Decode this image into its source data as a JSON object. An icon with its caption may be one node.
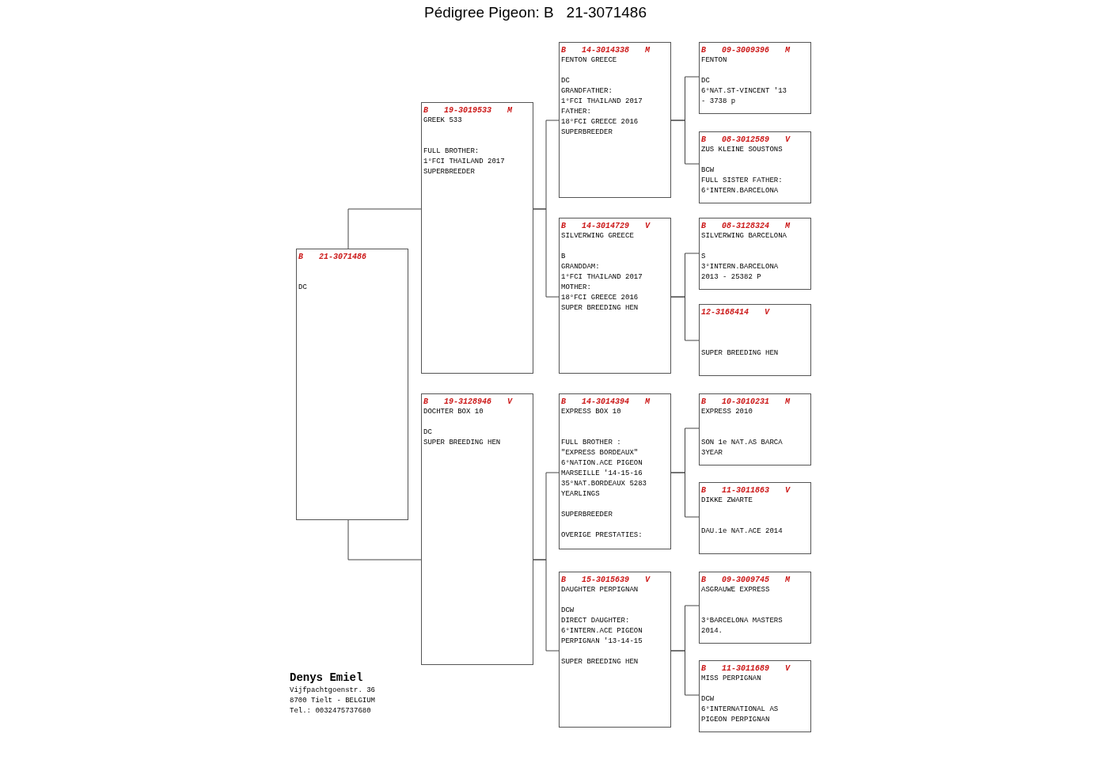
{
  "diagram": {
    "title": "Pédigree Pigeon: B   21-3071486",
    "nodes": [
      {
        "text": [
          "B 21-3071486",
          "DC"
        ]
      },
      {
        "text": [
          "B 19-3019533 M",
          "GREEK 533",
          "FULL BROTHER:",
          "1°FCI THAILAND 2017",
          "SUPERBREEDER"
        ]
      },
      {
        "text": [
          "B 19-3128946 V",
          "DOCHTER BOX 10",
          "DC",
          "SUPER BREEDING HEN"
        ]
      },
      {
        "text": [
          "B 14-3014338 M",
          "FENTON GREECE",
          "DC",
          "GRANDFATHER:",
          "1°FCI THAILAND 2017",
          "FATHER:",
          "18°FCI GREECE 2016",
          "SUPERBREEDER"
        ]
      },
      {
        "text": [
          "B 14-3014729 V",
          "SILVERWING GREECE",
          "B",
          "GRANDDAM:",
          "1°FCI THAILAND 2017",
          "MOTHER:",
          "18°FCI GREECE 2016",
          "SUPER BREEDING HEN"
        ]
      },
      {
        "text": [
          "B 14-3014394 M",
          "EXPRESS BOX 10",
          "FULL BROTHER :",
          "\"EXPRESS BORDEAUX\"",
          "6°NATION.ACE PIGEON",
          "MARSEILLE '14-15-16",
          "35°NAT.BORDEAUX 5283",
          "YEARLINGS",
          "SUPERBREEDER",
          "OVERIGE PRESTATIES:"
        ]
      },
      {
        "text": [
          "B 15-3015639 V",
          "DAUGHTER PERPIGNAN",
          "DCW",
          "DIRECT DAUGHTER:",
          "6°INTERN.ACE PIGEON",
          "PERPIGNAN '13-14-15",
          "SUPER BREEDING HEN"
        ]
      },
      {
        "text": [
          "B 09-3009396 M",
          "FENTON",
          "DC",
          "6°NAT.ST-VINCENT '13",
          "- 3738 p"
        ]
      },
      {
        "text": [
          "B 08-3012589 V",
          "ZUS KLEINE SOUSTONS",
          "BCW",
          "FULL SISTER FATHER:",
          "6°INTERN.BARCELONA"
        ]
      },
      {
        "text": [
          "B 08-3128324 M",
          "SILVERWING BARCELONA",
          "S",
          "3°INTERN.BARCELONA",
          "2013 - 25382 P"
        ]
      },
      {
        "text": [
          "12-3168414 V",
          "SUPER BREEDING HEN"
        ]
      },
      {
        "text": [
          "B 10-3010231 M",
          "EXPRESS 2010",
          "SON 1e NAT.AS BARCA",
          "3YEAR"
        ]
      },
      {
        "text": [
          "B 11-3011863 V",
          "DIKKE ZWARTE",
          "DAU.1e NAT.ACE 2014"
        ]
      },
      {
        "text": [
          "B 09-3009745 M",
          "ASGRAUWE EXPRESS",
          "3°BARCELONA MASTERS",
          "2014."
        ]
      },
      {
        "text": [
          "B 11-3011689 V",
          "MISS PERPIGNAN",
          "DCW",
          "6°INTERNATIONAL AS",
          "PIGEON PERPIGNAN"
        ]
      }
    ],
    "edges": [
      {
        "from": 0,
        "to": 1,
        "arrow": "none"
      },
      {
        "from": 0,
        "to": 2,
        "arrow": "none"
      },
      {
        "from": 1,
        "to": 3,
        "arrow": "none"
      },
      {
        "from": 1,
        "to": 4,
        "arrow": "none"
      },
      {
        "from": 2,
        "to": 5,
        "arrow": "none"
      },
      {
        "from": 2,
        "to": 6,
        "arrow": "none"
      },
      {
        "from": 3,
        "to": 7,
        "arrow": "none"
      },
      {
        "from": 3,
        "to": 8,
        "arrow": "none"
      },
      {
        "from": 4,
        "to": 9,
        "arrow": "none"
      },
      {
        "from": 4,
        "to": 10,
        "arrow": "none"
      },
      {
        "from": 5,
        "to": 11,
        "arrow": "none"
      },
      {
        "from": 5,
        "to": 12,
        "arrow": "none"
      },
      {
        "from": 6,
        "to": 13,
        "arrow": "none"
      },
      {
        "from": 6,
        "to": 14,
        "arrow": "none"
      }
    ],
    "labels": [
      "Denys Emiel",
      "Vijfpachtgoenstr. 36",
      "8700 Tielt - BELGIUM",
      "Tel.: 0032475737680"
    ]
  }
}
